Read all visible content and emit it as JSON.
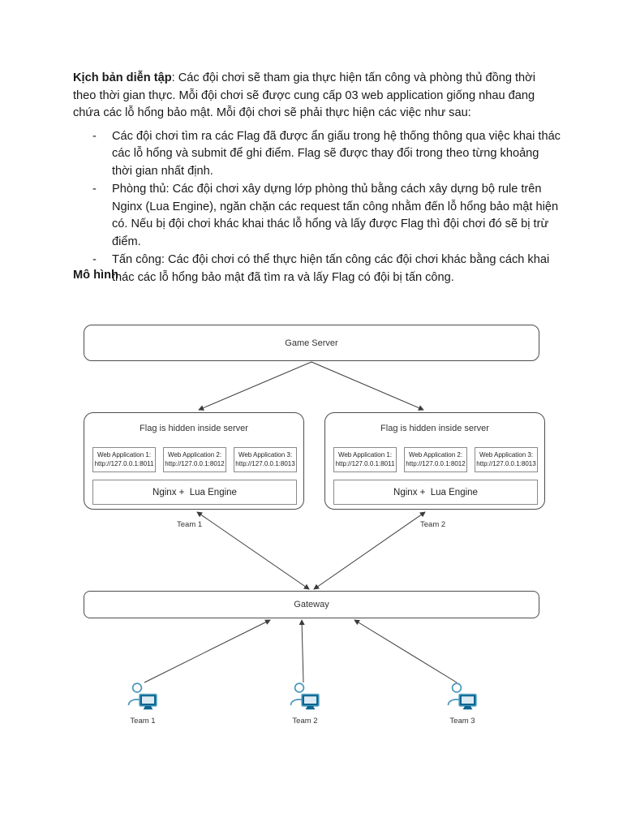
{
  "page": {
    "intro": {
      "lead_bold": "Kịch bản diễn tập",
      "lead_rest": ": Các đội chơi sẽ tham gia thực hiện tấn công và phòng thủ đồng thời theo thời gian thực. Mỗi đội chơi sẽ được cung cấp 03 web application giống nhau đang chứa các lỗ hổng bảo mật. Mỗi đội chơi sẽ phải thực hiện các việc như sau:"
    },
    "bullet_marker": "-",
    "bullets": [
      "Các đội chơi tìm ra các Flag đã được ẩn giấu trong hệ thống thông qua việc khai thác các lỗ hổng và submit để ghi điểm. Flag sẽ được thay đổi trong theo từng khoảng thời gian nhất định.",
      "Phòng thủ: Các đội chơi xây dựng lớp phòng thủ bằng cách xây dựng bộ rule trên Nginx (Lua Engine), ngăn chặn các request tấn công nhằm đến lỗ hổng bảo mật hiện có. Nếu bị đội chơi khác khai thác lỗ hổng và lấy được Flag thì đội chơi đó sẽ bị trừ điểm.",
      "Tấn công: Các đội chơi có thể thực hiện tấn công các đội chơi khác bằng cách khai thác các lỗ hổng bảo mật đã tìm ra và lấy Flag có đội bị tấn công."
    ],
    "section_heading": "Mô hình"
  },
  "diagram": {
    "game_server_label": "Game Server",
    "gateway_label": "Gateway",
    "teams": [
      {
        "flag_note": "Flag is hidden inside server",
        "team_label": "Team 1",
        "engine_label": "Nginx +  Lua Engine",
        "web_apps": [
          {
            "name": "Web Application 1:",
            "url": "http://127.0.0.1:8011"
          },
          {
            "name": "Web Application 2:",
            "url": "http://127.0.0.1:8012"
          },
          {
            "name": "Web Application 3:",
            "url": "http://127.0.0.1:8013"
          }
        ]
      },
      {
        "flag_note": "Flag is hidden inside server",
        "team_label": "Team 2",
        "engine_label": "Nginx +  Lua Engine",
        "web_apps": [
          {
            "name": "Web Application 1:",
            "url": "http://127.0.0.1:8011"
          },
          {
            "name": "Web Application 2:",
            "url": "http://127.0.0.1:8012"
          },
          {
            "name": "Web Application 3:",
            "url": "http://127.0.0.1:8013"
          }
        ]
      }
    ],
    "clients": [
      {
        "label": "Team 1"
      },
      {
        "label": "Team 2"
      },
      {
        "label": "Team 3"
      }
    ],
    "colors": {
      "line": "#3b3b3b",
      "icon_stroke": "#4a96bc",
      "icon_fill": "#0e6690"
    }
  }
}
